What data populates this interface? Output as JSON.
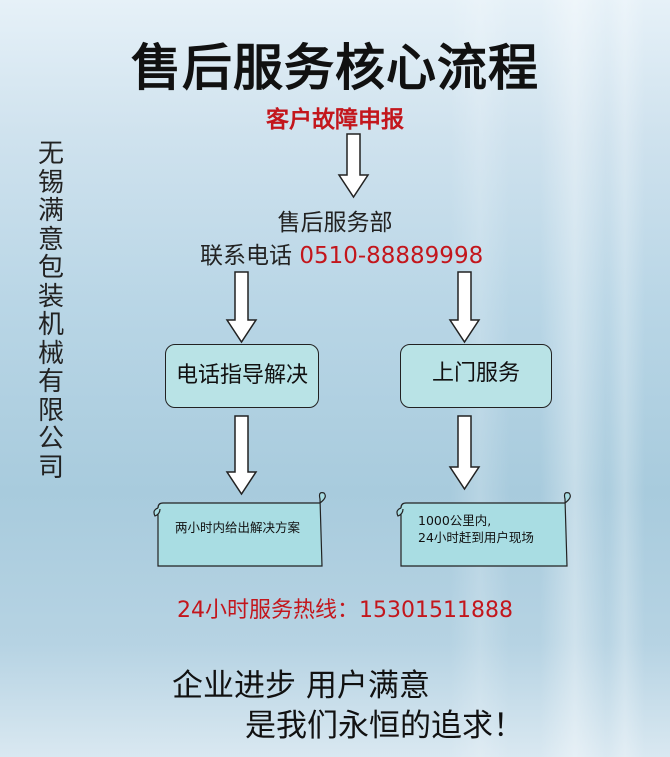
{
  "title": "售后服务核心流程",
  "company": "无锡满意包装机械有限公司",
  "steps": {
    "report": "客户故障申报",
    "dept": "售后服务部",
    "phone_label": "联系电话",
    "phone_number": "0510-88889998"
  },
  "branches": {
    "left_box": "电话指导解决",
    "right_box": "上门服务",
    "left_result": "两小时内给出解决方案",
    "right_result_line1": "1000公里内,",
    "right_result_line2": "24小时赶到用户现场"
  },
  "hotline": "24小时服务热线：15301511888",
  "slogan": {
    "line1": "企业进步  用户满意",
    "line2": "是我们永恒的追求！"
  },
  "colors": {
    "accent_red": "#c3161c",
    "box_fill": "#b9e3e6",
    "scroll_fill": "#a9dde3"
  }
}
